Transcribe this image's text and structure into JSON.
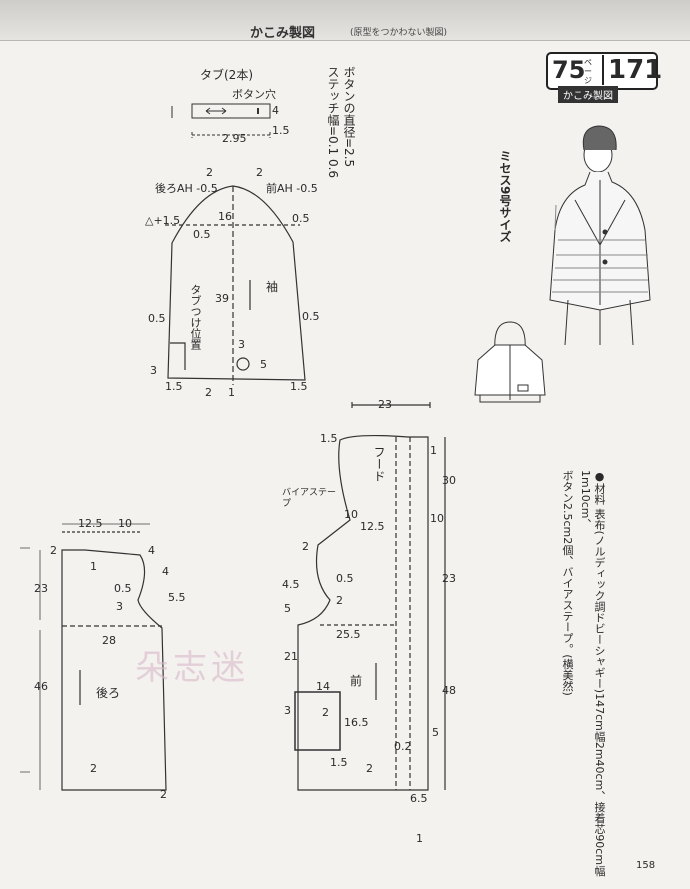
{
  "header": {
    "title": "かこみ製図",
    "subtitle": "(原型をつかわない製図)"
  },
  "badge": {
    "page": "75",
    "page_unit": "ページ",
    "number": "171",
    "caption": "かこみ製図"
  },
  "size_label": "ミセス9号サイズ",
  "button_note": "ボタンの直径=2.5",
  "stitch_note": "ステッチ幅=0.1 0.6",
  "materials_lines": [
    "●材料 表布(ノルディック調ドビーシャギー)147cm幅2m40cm、接着芯90cm幅1m10cm、",
    "ボタン2.5cm2個、バイアステープ。(横美然)"
  ],
  "tab": {
    "title": "タブ(2本)",
    "buttonhole": "ボタン穴",
    "width": "2.95",
    "h4": "4",
    "h15": "1.5"
  },
  "sleeve": {
    "label": "袖",
    "back_ah": "後ろAH -0.5",
    "front_ah": "前AH -0.5",
    "tab_pos": "タブつけ位置",
    "n2a": "2",
    "n2b": "2",
    "plus15": "△+1.5",
    "n05a": "0.5",
    "n16": "16",
    "n05b": "0.5",
    "n39": "39",
    "n05c": "0.5",
    "n05d": "0.5",
    "n3": "3",
    "n3b": "3",
    "n5": "5",
    "n15a": "1.5",
    "n15b": "1.5",
    "n2c": "2",
    "n1": "1"
  },
  "back": {
    "label": "後ろ",
    "w125": "12.5",
    "w10": "10",
    "n2": "2",
    "n1": "1",
    "n4": "4",
    "n23": "23",
    "n05": "0.5",
    "n3": "3",
    "n55": "5.5",
    "n28": "28",
    "n46": "46",
    "n2b": "2",
    "n2c": "2",
    "n4b": "4"
  },
  "front": {
    "label": "前",
    "hood": "フード",
    "bias": "バイアステープ",
    "w23": "23",
    "n15": "1.5",
    "n30": "30",
    "n10": "10",
    "n125": "12.5",
    "n10b": "10",
    "n2": "2",
    "n45": "4.5",
    "n05": "0.5",
    "n5": "5",
    "n2b": "2",
    "n255": "25.5",
    "n21": "21",
    "n23": "23",
    "n14": "14",
    "n3": "3",
    "n2c": "2",
    "n165": "16.5",
    "n48": "48",
    "n5b": "5",
    "n15b": "1.5",
    "n2d": "2",
    "n65": "6.5",
    "n1": "1",
    "n1b": "1",
    "n02": "0.2"
  },
  "watermark": "朵志迷",
  "page_number": "158"
}
